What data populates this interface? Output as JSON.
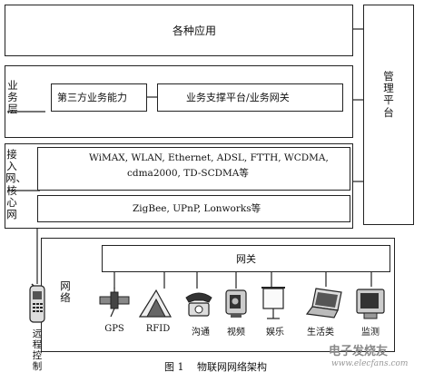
{
  "top": {
    "title": "各种应用"
  },
  "side_platform": {
    "label": "管理平台"
  },
  "business_layer": {
    "label": "业务层",
    "third_party": "第三方业务能力",
    "support_platform": "业务支撑平台/业务网关"
  },
  "access_core": {
    "label": "接入网、核心网",
    "row1_line1": "WiMAX, WLAN, Ethernet, ADSL, FTTH, WCDMA,",
    "row1_line2": "cdma2000, TD-SCDMA等",
    "row2": "ZigBee, UPnP, Lonworks等"
  },
  "network": {
    "label": "网络",
    "gateway": "网关",
    "devices": [
      {
        "label": "GPS",
        "icon": "satellite-icon"
      },
      {
        "label": "RFID",
        "icon": "rfid-reader-icon"
      },
      {
        "label": "沟通",
        "icon": "telephone-icon"
      },
      {
        "label": "视频",
        "icon": "camera-icon"
      },
      {
        "label": "娱乐",
        "icon": "projector-screen-icon"
      },
      {
        "label": "生活类",
        "icon": "laptop-icon"
      },
      {
        "label": "监测",
        "icon": "monitor-icon"
      }
    ]
  },
  "remote_control": {
    "label": "远程控制",
    "icon": "mobile-phone-icon"
  },
  "caption": {
    "figure": "图 1",
    "title": "物联网网络架构"
  },
  "watermark": {
    "cn": "电子发烧友",
    "url": "www.elecfans.com"
  }
}
